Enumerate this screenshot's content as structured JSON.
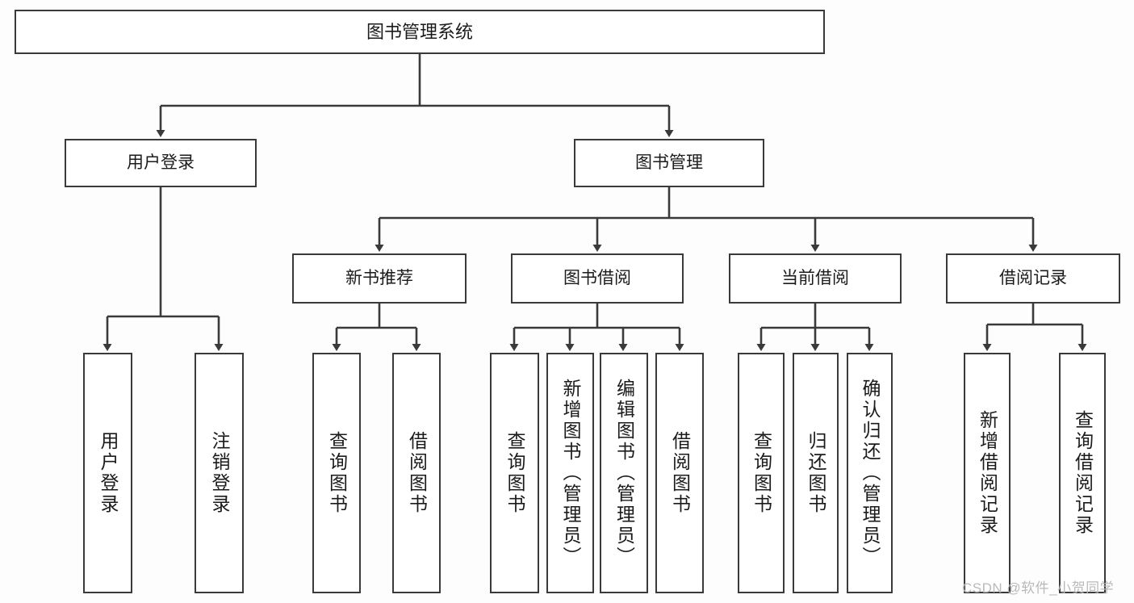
{
  "diagram": {
    "title": "图书管理系统",
    "type": "hierarchy-tree",
    "background_color": "#fdfdfd",
    "border_color": "#3a3a3a",
    "text_color": "#1b1b1b"
  },
  "nodes": {
    "root": {
      "label": "图书管理系统"
    },
    "level2": [
      {
        "label": "用户登录"
      },
      {
        "label": "图书管理"
      }
    ],
    "level3": [
      {
        "label": "新书推荐"
      },
      {
        "label": "图书借阅"
      },
      {
        "label": "当前借阅"
      },
      {
        "label": "借阅记录"
      }
    ],
    "leaves_user_login": [
      {
        "label": "用户登录"
      },
      {
        "label": "注销登录"
      }
    ],
    "leaves_new_books": [
      {
        "label": "查询图书"
      },
      {
        "label": "借阅图书"
      }
    ],
    "leaves_borrow": [
      {
        "label": "查询图书"
      },
      {
        "label": "新增图书（管理员）"
      },
      {
        "label": "编辑图书（管理员）"
      },
      {
        "label": "借阅图书"
      }
    ],
    "leaves_current": [
      {
        "label": "查询图书"
      },
      {
        "label": "归还图书"
      },
      {
        "label": "确认归还（管理员）"
      }
    ],
    "leaves_records": [
      {
        "label": "新增借阅记录"
      },
      {
        "label": "查询借阅记录"
      }
    ]
  },
  "watermark": {
    "text": "CSDN @软件_小贺同学"
  }
}
